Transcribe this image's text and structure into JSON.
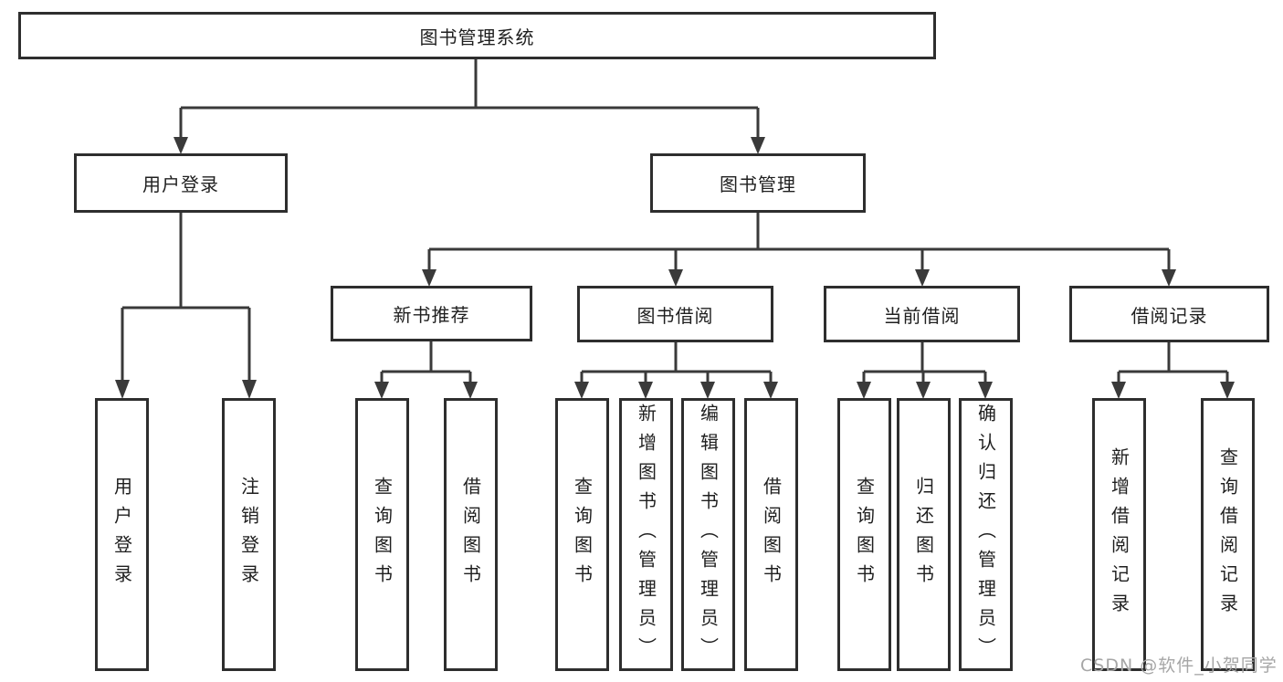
{
  "tree": {
    "label": "图书管理系统",
    "children": [
      {
        "label": "用户登录",
        "children": [
          {
            "label": "用户登录"
          },
          {
            "label": "注销登录"
          }
        ]
      },
      {
        "label": "图书管理",
        "children": [
          {
            "label": "新书推荐",
            "children": [
              {
                "label": "查询图书"
              },
              {
                "label": "借阅图书"
              }
            ]
          },
          {
            "label": "图书借阅",
            "children": [
              {
                "label": "查询图书"
              },
              {
                "label": "新增图书（管理员）"
              },
              {
                "label": "编辑图书（管理员）"
              },
              {
                "label": "借阅图书"
              }
            ]
          },
          {
            "label": "当前借阅",
            "children": [
              {
                "label": "查询图书"
              },
              {
                "label": "归还图书"
              },
              {
                "label": "确认归还（管理员）"
              }
            ]
          },
          {
            "label": "借阅记录",
            "children": [
              {
                "label": "新增借阅记录"
              },
              {
                "label": "查询借阅记录"
              }
            ]
          }
        ]
      }
    ]
  },
  "watermark": {
    "text": "CSDN @软件_小贺同学"
  },
  "colors": {
    "line": "#3a3a3a",
    "box_border": "#2e2e2e",
    "text": "#1f1f1f",
    "background": "#ffffff",
    "watermark": "#a6a6a6"
  }
}
